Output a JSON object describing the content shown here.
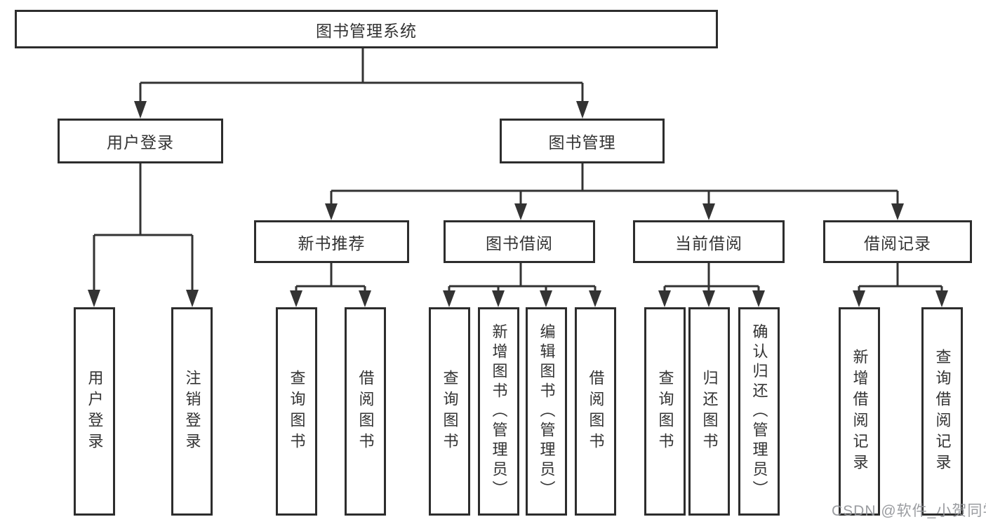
{
  "nodes": {
    "root": "图书管理系统",
    "user_login_group": "用户登录",
    "book_management": "图书管理",
    "new_book_recommend": "新书推荐",
    "book_borrowing": "图书借阅",
    "current_borrowing": "当前借阅",
    "borrowing_records": "借阅记录",
    "leaf_user_login": "用户登录",
    "leaf_logout": "注销登录",
    "leaf_query_books_recommend": "查询图书",
    "leaf_borrow_books_recommend": "借阅图书",
    "leaf_query_books_borrowing": "查询图书",
    "leaf_add_books_admin": "新增图书（管理员）",
    "leaf_edit_books_admin": "编辑图书（管理员）",
    "leaf_borrow_books_borrowing": "借阅图书",
    "leaf_query_books_current": "查询图书",
    "leaf_return_books": "归还图书",
    "leaf_confirm_return_admin": "确认归还（管理员）",
    "leaf_add_borrow_record": "新增借阅记录",
    "leaf_query_borrow_record": "查询借阅记录"
  },
  "watermark": "CSDN @软件_小贺同学",
  "colors": {
    "line": "#333333",
    "box_border": "#2d2d2d",
    "text": "#333333",
    "watermark": "#919498",
    "background": "#ffffff"
  }
}
